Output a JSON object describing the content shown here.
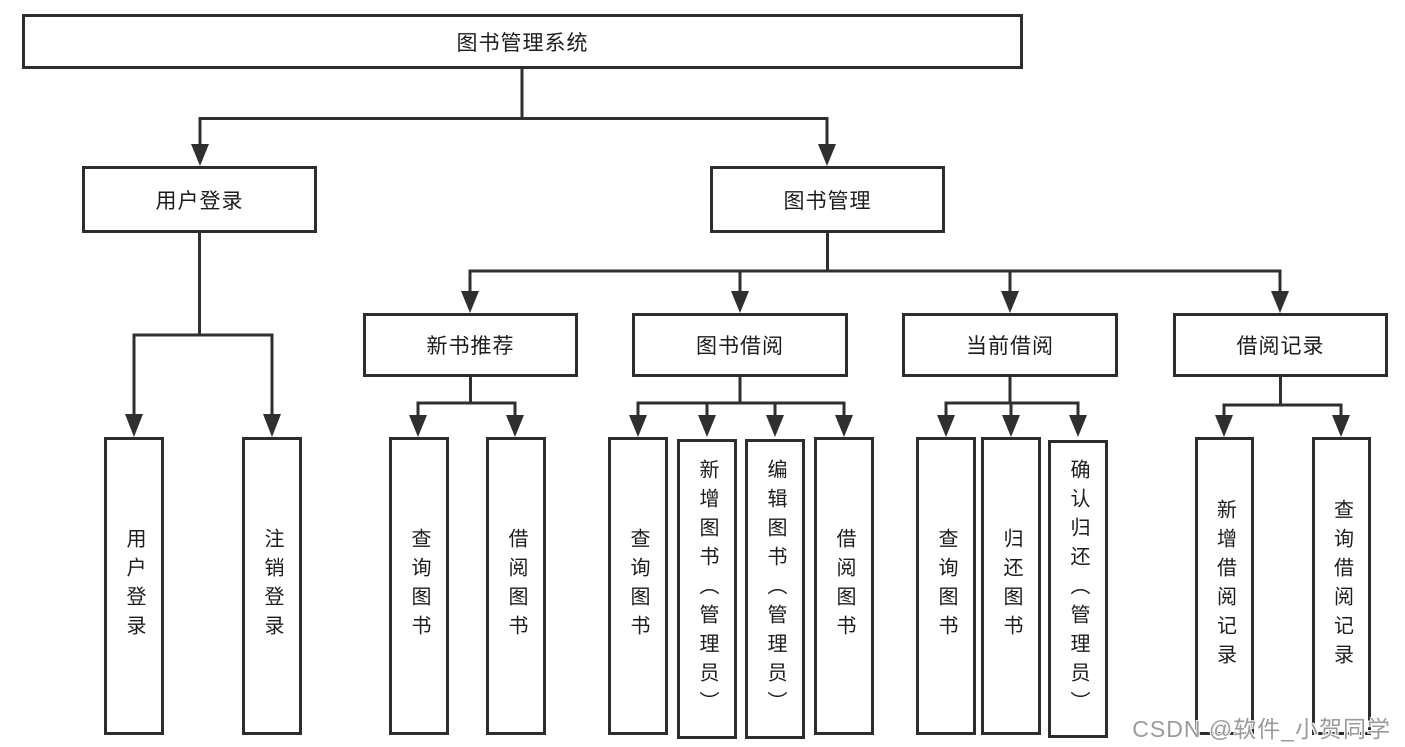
{
  "diagram": {
    "root": "图书管理系统",
    "branches": {
      "user": {
        "label": "用户登录",
        "children": [
          "用户登录",
          "注销登录"
        ]
      },
      "book": {
        "label": "图书管理",
        "children": [
          {
            "label": "新书推荐",
            "children": [
              "查询图书",
              "借阅图书"
            ]
          },
          {
            "label": "图书借阅",
            "children": [
              "查询图书",
              "新增图书（管理员）",
              "编辑图书（管理员）",
              "借阅图书"
            ]
          },
          {
            "label": "当前借阅",
            "children": [
              "查询图书",
              "归还图书",
              "确认归还（管理员）"
            ]
          },
          {
            "label": "借阅记录",
            "children": [
              "新增借阅记录",
              "查询借阅记录"
            ]
          }
        ]
      }
    }
  },
  "watermark": "CSDN @软件_小贺同学",
  "colors": {
    "line": "#2f2f2f",
    "box_border": "#2d2d2d",
    "text": "#1c1c1c",
    "watermark": "#9b9b9b",
    "background": "#ffffff"
  }
}
